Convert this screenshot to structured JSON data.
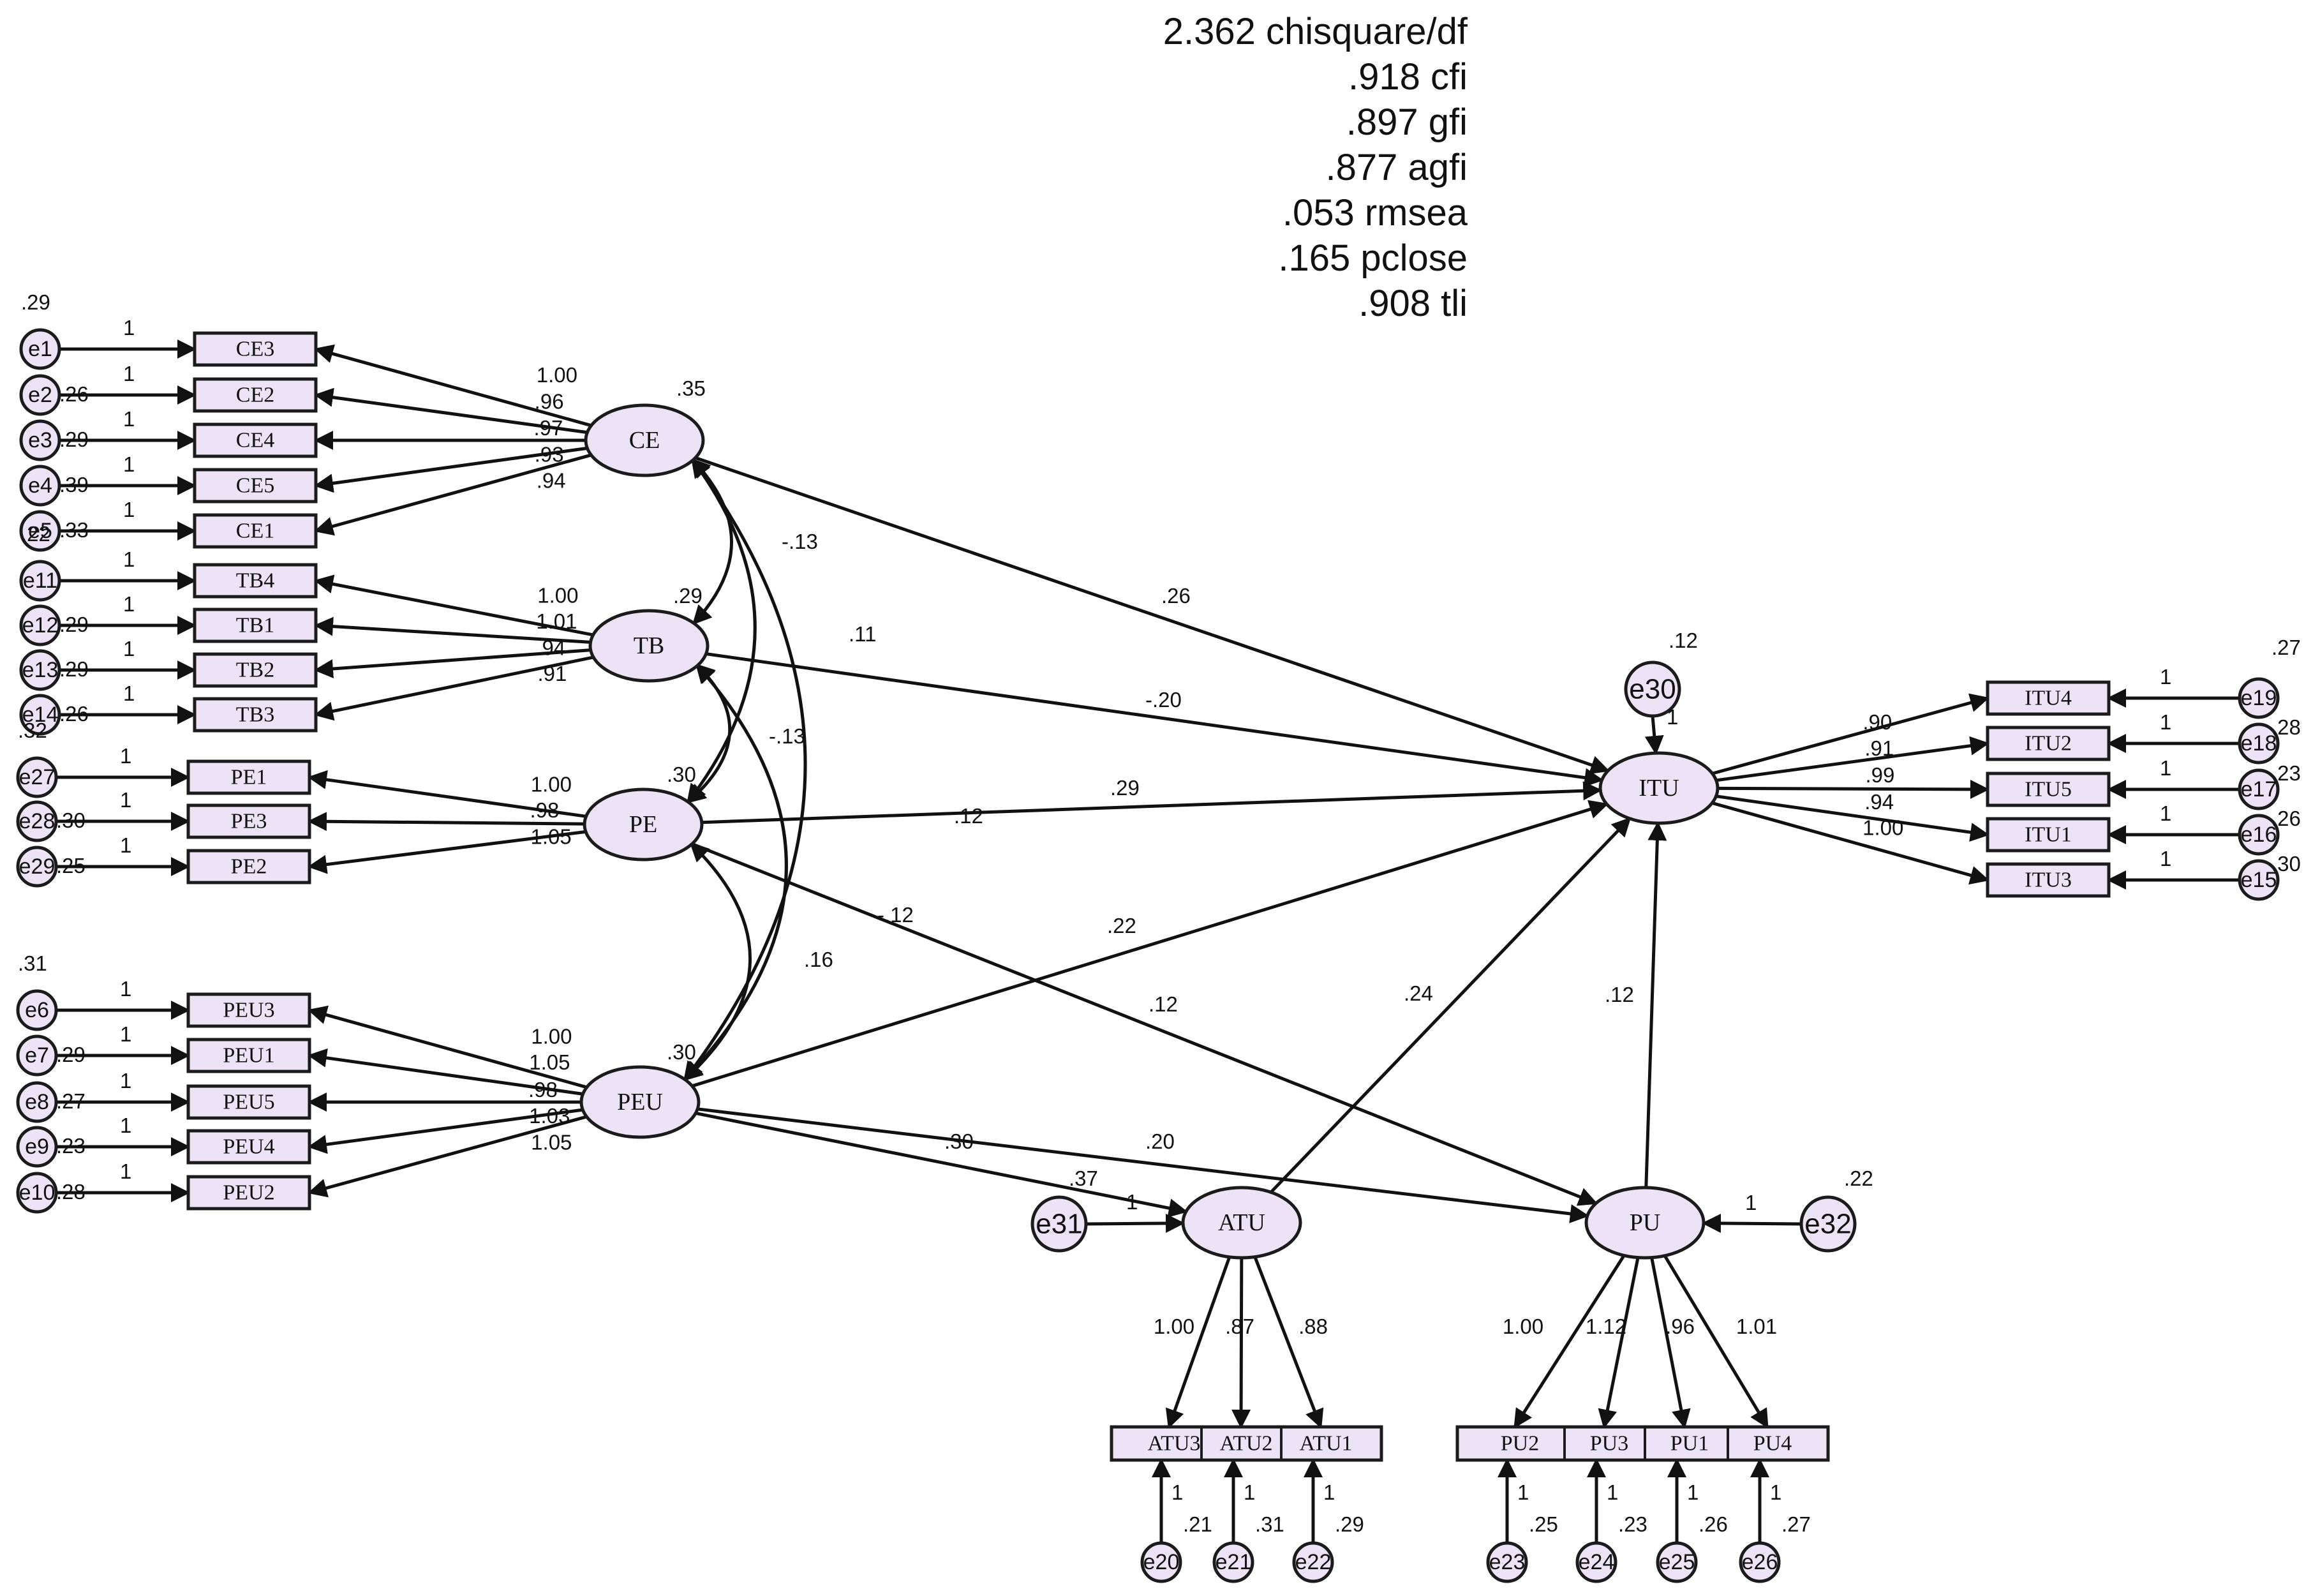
{
  "fit_indices": [
    "2.362 chisquare/df",
    ".918 cfi",
    ".897 gfi",
    ".877 agfi",
    ".053 rmsea",
    ".165 pclose",
    ".908 tli"
  ],
  "colors": {
    "node_fill": "#ece4f6",
    "stroke": "#1b1b1b"
  },
  "latents": {
    "CE": {
      "label": "CE",
      "variance": ".35"
    },
    "TB": {
      "label": "TB",
      "variance": ".29"
    },
    "PE": {
      "label": "PE",
      "variance": ".30"
    },
    "PEU": {
      "label": "PEU",
      "variance": ".30"
    },
    "ITU": {
      "label": "ITU",
      "variance": ".12",
      "error": "e30"
    },
    "ATU": {
      "label": "ATU",
      "variance": ".37",
      "error": "e31"
    },
    "PU": {
      "label": "PU",
      "variance": ".22",
      "error": "e32"
    }
  },
  "indicators": {
    "CE": [
      {
        "name": "CE3",
        "error": "e1",
        "variance": ".29",
        "loading": "1.00"
      },
      {
        "name": "CE2",
        "error": "e2",
        "variance": ".26",
        "loading": ".96"
      },
      {
        "name": "CE4",
        "error": "e3",
        "variance": ".29",
        "loading": ".97"
      },
      {
        "name": "CE5",
        "error": "e4",
        "variance": ".39",
        "loading": ".93"
      },
      {
        "name": "CE1",
        "error": "e5",
        "variance": ".33",
        "loading": ".94"
      }
    ],
    "TB": [
      {
        "name": "TB4",
        "error": "e11",
        "variance": ".22",
        "loading": "1.00"
      },
      {
        "name": "TB1",
        "error": "e12",
        "variance": ".29",
        "loading": "1.01"
      },
      {
        "name": "TB2",
        "error": "e13",
        "variance": ".29",
        "loading": ".94"
      },
      {
        "name": "TB3",
        "error": "e14",
        "variance": ".26",
        "loading": ".91"
      }
    ],
    "PE": [
      {
        "name": "PE1",
        "error": "e27",
        "variance": ".32",
        "loading": "1.00"
      },
      {
        "name": "PE3",
        "error": "e28",
        "variance": ".30",
        "loading": ".98"
      },
      {
        "name": "PE2",
        "error": "e29",
        "variance": ".25",
        "loading": "1.05"
      }
    ],
    "PEU": [
      {
        "name": "PEU3",
        "error": "e6",
        "variance": ".31",
        "loading": "1.00"
      },
      {
        "name": "PEU1",
        "error": "e7",
        "variance": ".29",
        "loading": "1.05"
      },
      {
        "name": "PEU5",
        "error": "e8",
        "variance": ".27",
        "loading": ".98"
      },
      {
        "name": "PEU4",
        "error": "e9",
        "variance": ".23",
        "loading": "1.03"
      },
      {
        "name": "PEU2",
        "error": "e10",
        "variance": ".28",
        "loading": "1.05"
      }
    ],
    "ITU": [
      {
        "name": "ITU4",
        "error": "e19",
        "variance": ".27",
        "loading": ".90"
      },
      {
        "name": "ITU2",
        "error": "e18",
        "variance": ".28",
        "loading": ".91"
      },
      {
        "name": "ITU5",
        "error": "e17",
        "variance": ".23",
        "loading": ".99"
      },
      {
        "name": "ITU1",
        "error": "e16",
        "variance": ".26",
        "loading": ".94"
      },
      {
        "name": "ITU3",
        "error": "e15",
        "variance": ".30",
        "loading": "1.00"
      }
    ],
    "ATU": [
      {
        "name": "ATU3",
        "error": "e20",
        "variance": ".21",
        "loading": "1.00"
      },
      {
        "name": "ATU2",
        "error": "e21",
        "variance": ".31",
        "loading": ".87"
      },
      {
        "name": "ATU1",
        "error": "e22",
        "variance": ".29",
        "loading": ".88"
      }
    ],
    "PU": [
      {
        "name": "PU2",
        "error": "e23",
        "variance": ".25",
        "loading": "1.00"
      },
      {
        "name": "PU3",
        "error": "e24",
        "variance": ".23",
        "loading": "1.12"
      },
      {
        "name": "PU1",
        "error": "e25",
        "variance": ".26",
        "loading": ".96"
      },
      {
        "name": "PU4",
        "error": "e26",
        "variance": ".27",
        "loading": "1.01"
      }
    ]
  },
  "error_path_label": "1",
  "structural_paths": [
    {
      "from": "CE",
      "to": "ITU",
      "estimate": ".26"
    },
    {
      "from": "TB",
      "to": "ITU",
      "estimate": "-.20"
    },
    {
      "from": "PE",
      "to": "ITU",
      "estimate": ".29"
    },
    {
      "from": "PEU",
      "to": "ITU",
      "estimate": ".22"
    },
    {
      "from": "ATU",
      "to": "ITU",
      "estimate": ".24"
    },
    {
      "from": "PU",
      "to": "ITU",
      "estimate": ".12"
    },
    {
      "from": "PEU",
      "to": "ATU",
      "estimate": ".30"
    },
    {
      "from": "PEU",
      "to": "PU",
      "estimate": ".20"
    },
    {
      "from": "PE",
      "to": "PU",
      "estimate": ".12"
    }
  ],
  "covariances": [
    {
      "a": "CE",
      "b": "TB",
      "estimate": "-.13"
    },
    {
      "a": "CE",
      "b": "PE",
      "estimate": ".11"
    },
    {
      "a": "CE",
      "b": "PEU",
      "estimate": ".12"
    },
    {
      "a": "TB",
      "b": "PE",
      "estimate": "-.13"
    },
    {
      "a": "TB",
      "b": "PEU",
      "estimate": "-.12"
    },
    {
      "a": "PE",
      "b": "PEU",
      "estimate": ".16"
    }
  ]
}
